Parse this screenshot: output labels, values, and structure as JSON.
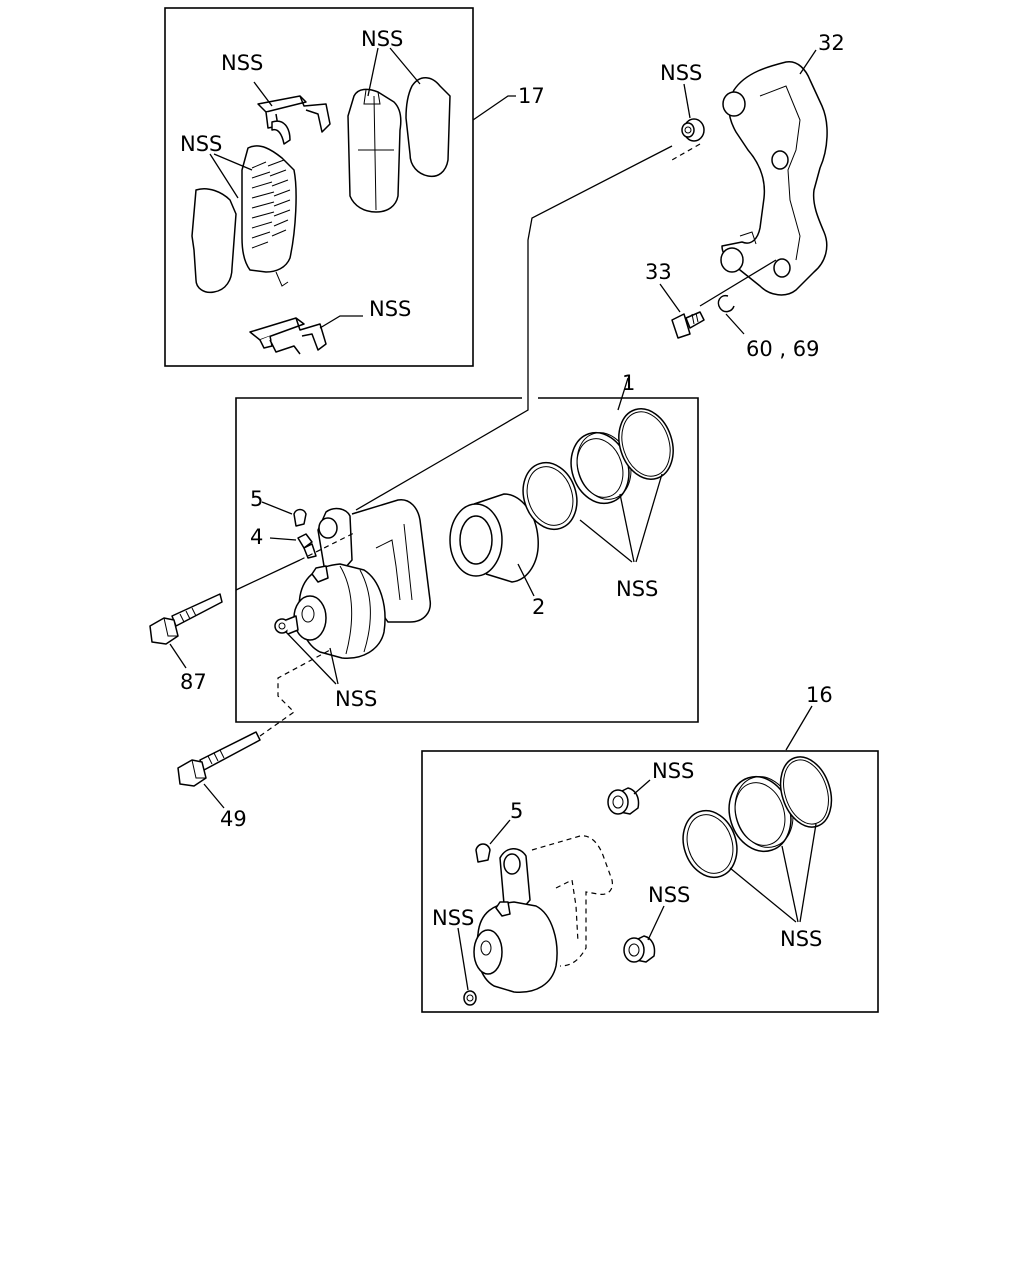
{
  "labels": {
    "pad_kit_number": "17",
    "pad_kit_nss_clip_top": "NSS",
    "pad_kit_nss_pads_right": "NSS",
    "pad_kit_nss_pads_left": "NSS",
    "pad_kit_nss_clip_bottom": "NSS",
    "bracket_number": "32",
    "bracket_nss_bushing": "NSS",
    "bolt_33": "33",
    "washer_60_69": "60 , 69",
    "caliper_assembly_number": "1",
    "bleeder_cap_5": "5",
    "bleeder_screw_4": "4",
    "piston_2": "2",
    "seal_nss": "NSS",
    "caliper_body_nss": "NSS",
    "bolt_87": "87",
    "bolt_49": "49",
    "seal_kit_number": "16",
    "kit_nss_bushing_top": "NSS",
    "kit_bleeder_cap_5": "5",
    "kit_nss_bushing_bottom": "NSS",
    "kit_nss_seals": "NSS",
    "kit_nss_plug": "NSS"
  }
}
